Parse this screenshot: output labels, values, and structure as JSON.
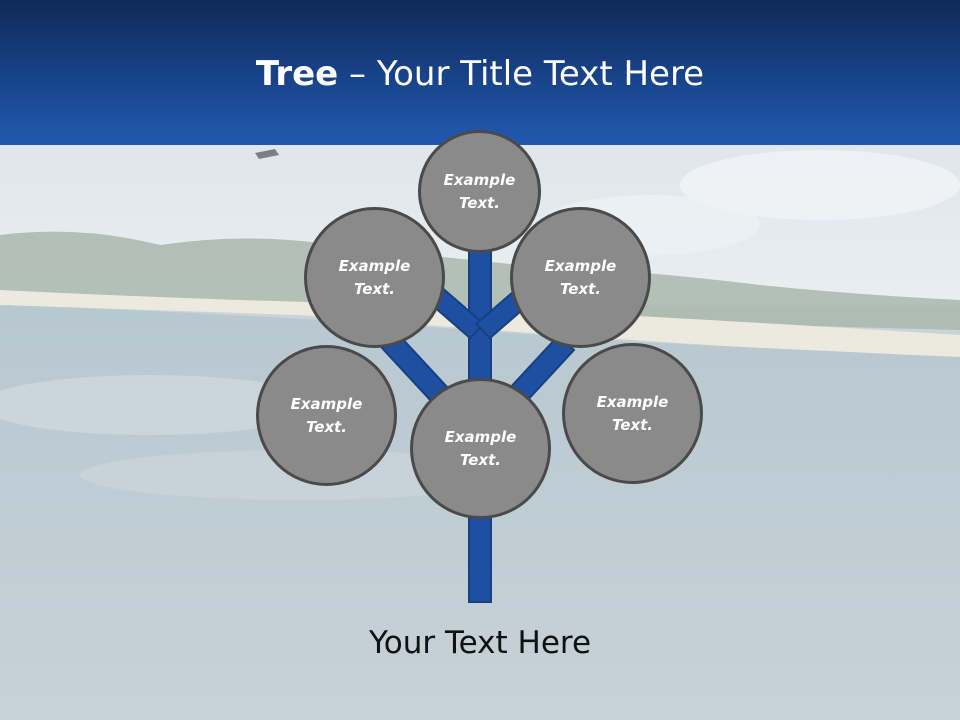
{
  "slide": {
    "title_bold": "Tree",
    "title_rest": " – Your Title Text Here",
    "footer": "Your Text Here"
  },
  "nodes": [
    {
      "id": "top",
      "text": "Example Text."
    },
    {
      "id": "upper-left",
      "text": "Example Text."
    },
    {
      "id": "upper-right",
      "text": "Example Text."
    },
    {
      "id": "lower-left",
      "text": "Example Text."
    },
    {
      "id": "lower-right",
      "text": "Example Text."
    },
    {
      "id": "center",
      "text": "Example Text."
    }
  ],
  "colors": {
    "header_dark": "#0f2a57",
    "header_light": "#2159b0",
    "branch": "#1f4fa0",
    "circle_fill": "#8a8a8a",
    "circle_border": "#4a4a4a"
  }
}
